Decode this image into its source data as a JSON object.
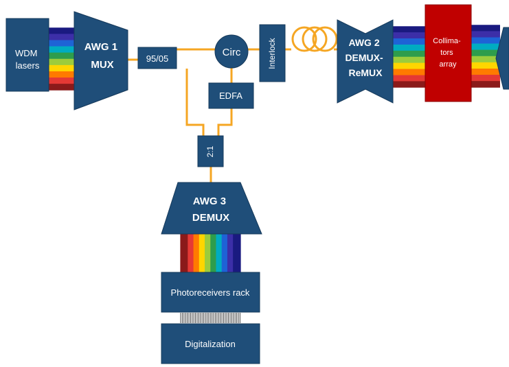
{
  "colors": {
    "block": "#1f4e79",
    "block_border": "#16395a",
    "fiber": "#f5a623",
    "collimators": "#c00000",
    "text": "#ffffff",
    "spectrum": [
      "#8b1a1a",
      "#e53935",
      "#ff7a00",
      "#ffd600",
      "#9ccc3c",
      "#2e9d4c",
      "#00acc1",
      "#1e63d6",
      "#3c2fa8",
      "#1a1a80"
    ]
  },
  "blocks": {
    "wdm_lasers": [
      "WDM",
      "lasers"
    ],
    "awg1": [
      "AWG 1",
      "MUX"
    ],
    "coupler": "95/05",
    "circulator": "Circ",
    "interlock": "Interlock",
    "edfa": "EDFA",
    "awg2": [
      "AWG 2",
      "DEMUX-",
      "ReMUX"
    ],
    "collimators": [
      "Collima-",
      "tors",
      "array"
    ],
    "combiner": "2:1",
    "awg3": [
      "AWG 3",
      "DEMUX"
    ],
    "photoreceivers": "Photoreceivers rack",
    "digitalization": "Digitalization"
  }
}
